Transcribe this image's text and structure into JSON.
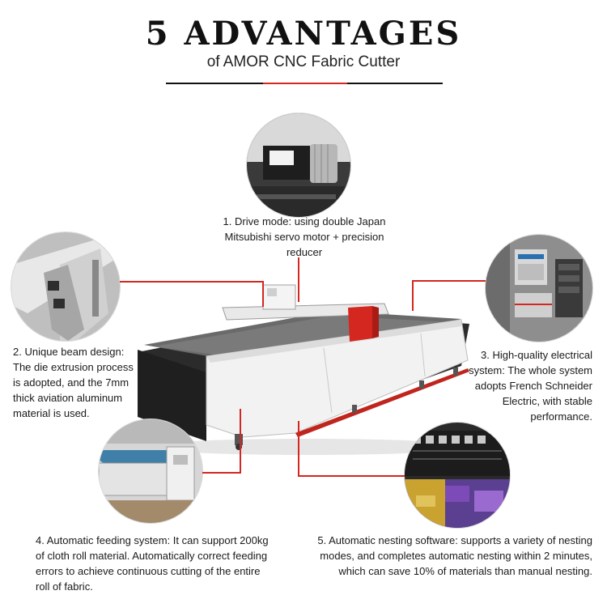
{
  "header": {
    "title": "5 ADVANTAGES",
    "subtitle": "of AMOR CNC Fabric Cutter"
  },
  "accent_color": "#d3271f",
  "advantages": [
    {
      "lines": [
        "1. Drive mode: using double Japan",
        "Mitsubishi servo motor + precision",
        "reducer"
      ],
      "image_icon": "servo-motor-icon"
    },
    {
      "lines": [
        "2. Unique beam design:",
        "The die extrusion process",
        "is adopted, and the 7mm",
        "thick aviation aluminum",
        "material is used."
      ],
      "image_icon": "aluminum-beam-icon"
    },
    {
      "lines": [
        "3. High-quality electrical",
        "system: The whole system",
        "adopts French Schneider",
        "Electric, with stable",
        "performance."
      ],
      "image_icon": "electrical-cabinet-icon"
    },
    {
      "lines": [
        "4. Automatic feeding system: It can support 200kg",
        "of cloth roll material. Automatically correct feeding",
        "errors to achieve continuous cutting of the entire",
        "roll of fabric."
      ],
      "image_icon": "feeding-roller-icon"
    },
    {
      "lines": [
        "5. Automatic nesting software: supports a variety of nesting",
        "modes, and completes automatic nesting within 2 minutes,",
        "which can save 10% of materials than manual nesting."
      ],
      "image_icon": "nesting-software-icon"
    }
  ]
}
